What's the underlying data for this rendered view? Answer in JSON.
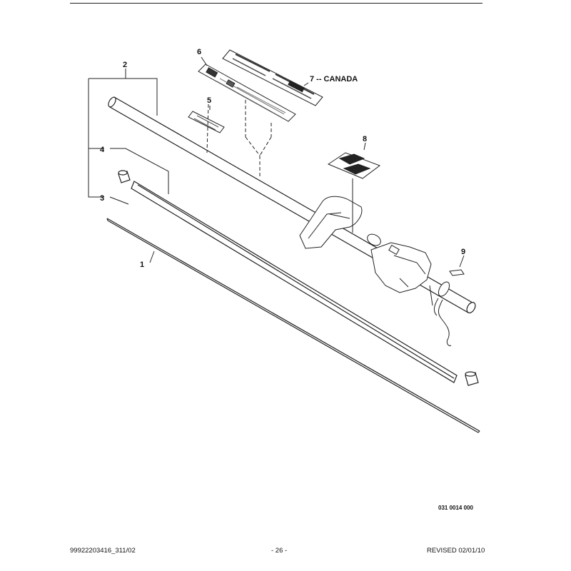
{
  "callouts": {
    "c1": "1",
    "c2": "2",
    "c3": "3",
    "c4": "4",
    "c5": "5",
    "c6": "6",
    "c7": "7 -- CANADA",
    "c8": "8",
    "c9": "9"
  },
  "drawing_code": "031 0014 000",
  "footer": {
    "left": "99922203416_311/02",
    "center": "- 26 -",
    "right": "REVISED 02/01/10"
  }
}
